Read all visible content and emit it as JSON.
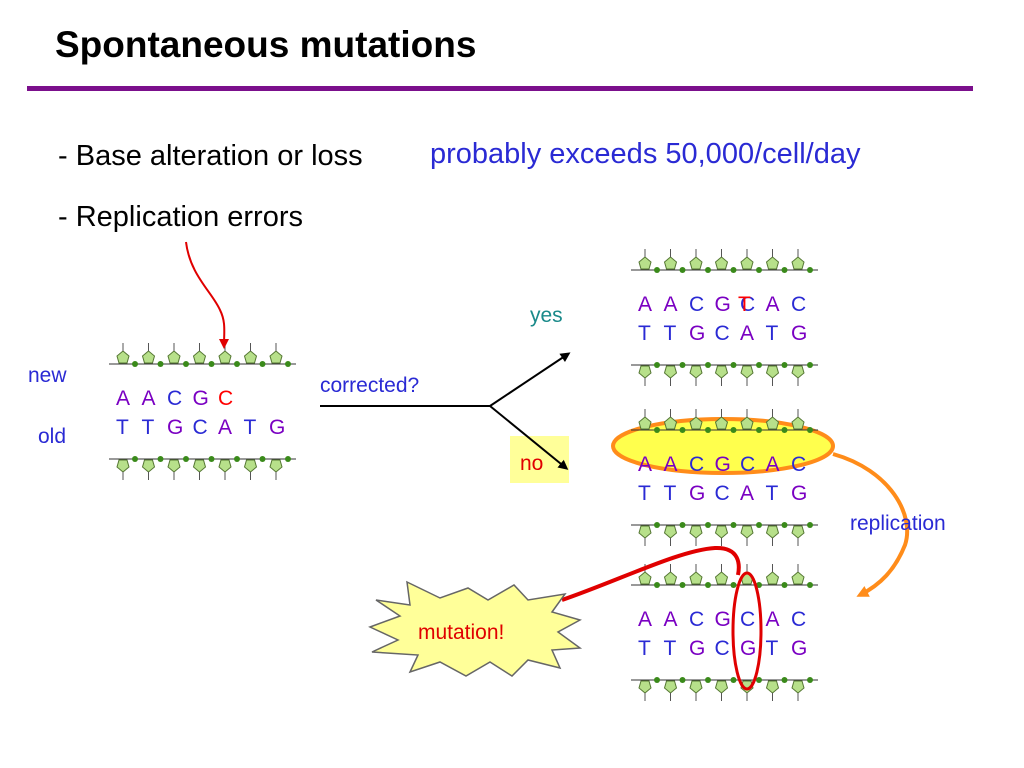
{
  "title": "Spontaneous mutations",
  "bullets": [
    {
      "dash": "-",
      "text": "Base alteration or loss"
    },
    {
      "dash": "-",
      "text": "Replication errors"
    }
  ],
  "rate_note": "probably exceeds 50,000/cell/day",
  "labels": {
    "new": "new",
    "old": "old",
    "corrected": "corrected?",
    "yes": "yes",
    "no": "no",
    "replication": "replication",
    "mutation": "mutation!"
  },
  "strands": {
    "original": {
      "top": [
        "A",
        "A",
        "C",
        "G",
        "C"
      ],
      "bottom": [
        "T",
        "T",
        "G",
        "C",
        "A",
        "T",
        "G"
      ]
    },
    "yes_result": {
      "top": [
        "A",
        "A",
        "C",
        "G",
        "C",
        "A",
        "C"
      ],
      "bottom": [
        "T",
        "T",
        "G",
        "C",
        "A",
        "T",
        "G"
      ],
      "corrected_base": "T"
    },
    "no_result": {
      "top": [
        "A",
        "A",
        "C",
        "G",
        "C",
        "A",
        "C"
      ],
      "bottom": [
        "T",
        "T",
        "G",
        "C",
        "A",
        "T",
        "G"
      ]
    },
    "replicated": {
      "top": [
        "A",
        "A",
        "C",
        "G",
        "C",
        "A",
        "C"
      ],
      "bottom": [
        "T",
        "T",
        "G",
        "C",
        "G",
        "T",
        "G"
      ]
    }
  },
  "colors": {
    "title_rule": "#7b0f8c",
    "purine_text": "#7a00c2",
    "pyrimidine_text": "#2a2ad4",
    "mismatch": "#ff0000",
    "highlight_ellipse": "#ff8c1a",
    "highlight_fill": "#ffff4d",
    "sugar": "#b7e08a",
    "backbone_dot": "#3a8a1a",
    "mutation_burst": "#ffff99"
  }
}
